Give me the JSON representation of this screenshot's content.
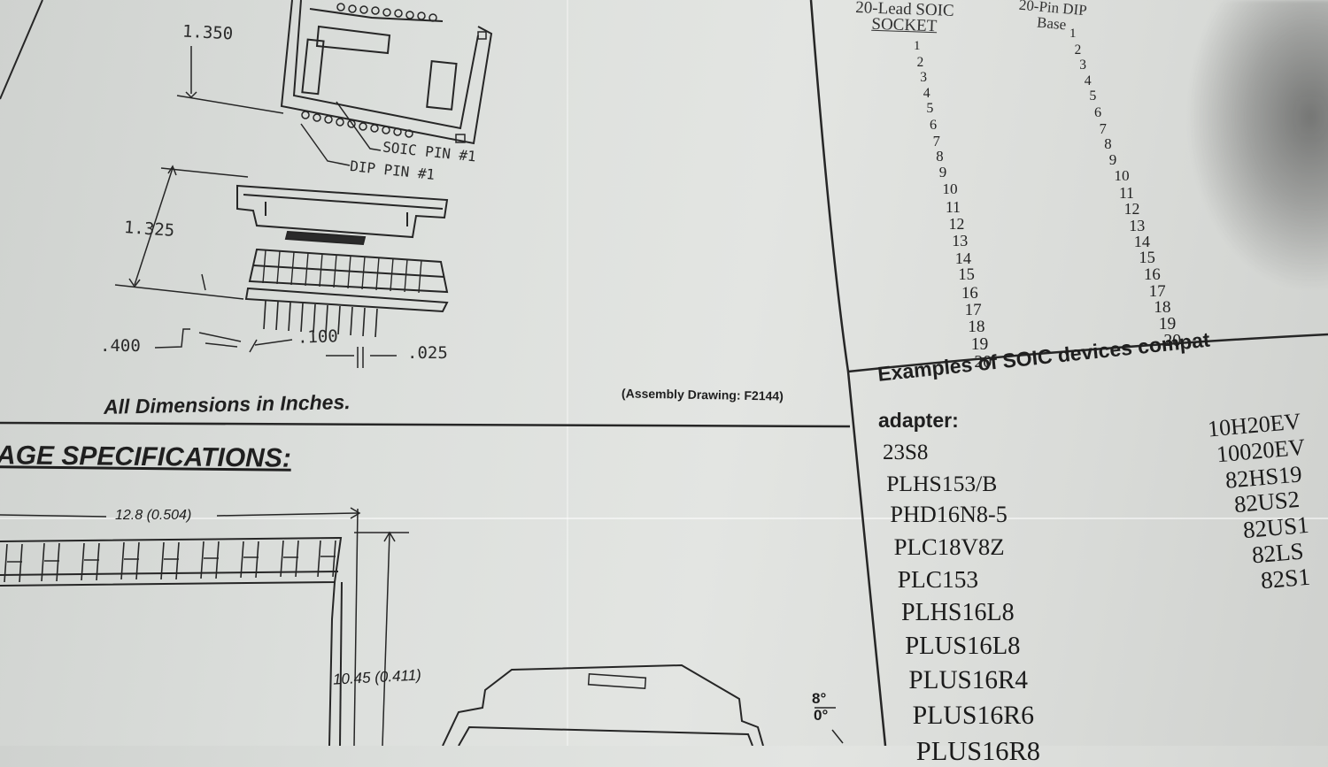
{
  "drawing": {
    "dim_height_top": "1.350",
    "soic_pin_label": "SOIC  PIN  #1",
    "dip_pin_label": "DIP  PIN  #1",
    "dim_height_mid": "1.325",
    "dim_400": ".400",
    "dim_100": ".100",
    "dim_025": ".025",
    "units_note": "All Dimensions in Inches.",
    "assembly_note": "(Assembly Drawing:   F2144)"
  },
  "package": {
    "heading": "AGE SPECIFICATIONS:",
    "width_dim": "12.8 (0.504)",
    "height_dim": "10.45 (0.411)",
    "angle_top": "8°",
    "angle_bottom": "0°"
  },
  "pinout": {
    "col1_header_line1": "20-Lead SOIC",
    "col1_header_line2": "SOCKET",
    "col2_header_line1": "20-Pin DIP",
    "col2_header_line2": "Base",
    "socket_pins": [
      "1",
      "2",
      "3",
      "4",
      "5",
      "6",
      "7",
      "8",
      "9",
      "10",
      "11",
      "12",
      "13",
      "14",
      "15",
      "16",
      "17",
      "18",
      "19",
      "20"
    ],
    "base_pins": [
      "1",
      "2",
      "3",
      "4",
      "5",
      "6",
      "7",
      "8",
      "9",
      "10",
      "11",
      "12",
      "13",
      "14",
      "15",
      "16",
      "17",
      "18",
      "19",
      "20"
    ]
  },
  "examples": {
    "heading_line1": "Examples of SOIC devices compat",
    "heading_line2": "adapter:",
    "left_devices": [
      "23S8",
      "PLHS153/B",
      "PHD16N8-5",
      "PLC18V8Z",
      "PLC153",
      "PLHS16L8",
      "PLUS16L8",
      "PLUS16R4",
      "PLUS16R6",
      "PLUS16R8"
    ],
    "right_devices": [
      "10H20EV",
      "10020EV",
      "82HS19",
      "82US2",
      "82US1",
      "82LS",
      "82S1"
    ]
  }
}
